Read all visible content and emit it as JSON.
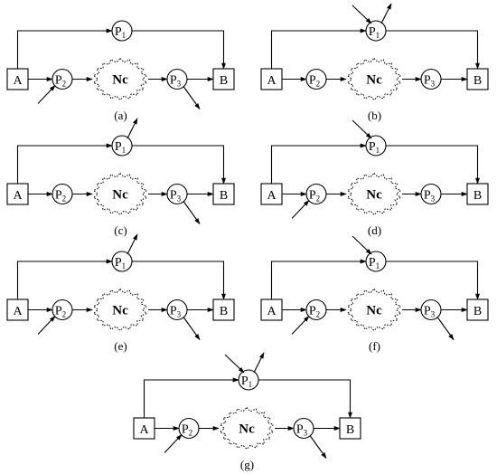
{
  "node_labels": {
    "source": "A",
    "sink": "B",
    "network": "Nc",
    "p1": "P",
    "p1_sub": "1",
    "p2": "P",
    "p2_sub": "2",
    "p3": "P",
    "p3_sub": "3"
  },
  "panels": [
    {
      "id": "a",
      "caption": "(a)",
      "arrows": {
        "p1_in": false,
        "p1_out": false,
        "p2_in": true,
        "p3_out": true
      }
    },
    {
      "id": "b",
      "caption": "(b)",
      "arrows": {
        "p1_in": true,
        "p1_out": true,
        "p2_in": false,
        "p3_out": false
      }
    },
    {
      "id": "c",
      "caption": "(c)",
      "arrows": {
        "p1_in": false,
        "p1_out": true,
        "p2_in": false,
        "p3_out": true
      }
    },
    {
      "id": "d",
      "caption": "(d)",
      "arrows": {
        "p1_in": true,
        "p1_out": false,
        "p2_in": true,
        "p3_out": false
      }
    },
    {
      "id": "e",
      "caption": "(e)",
      "arrows": {
        "p1_in": false,
        "p1_out": true,
        "p2_in": true,
        "p3_out": true
      }
    },
    {
      "id": "f",
      "caption": "(f)",
      "arrows": {
        "p1_in": true,
        "p1_out": false,
        "p2_in": true,
        "p3_out": true
      }
    },
    {
      "id": "g",
      "caption": "(g)",
      "arrows": {
        "p1_in": true,
        "p1_out": true,
        "p2_in": true,
        "p3_out": true
      }
    }
  ]
}
